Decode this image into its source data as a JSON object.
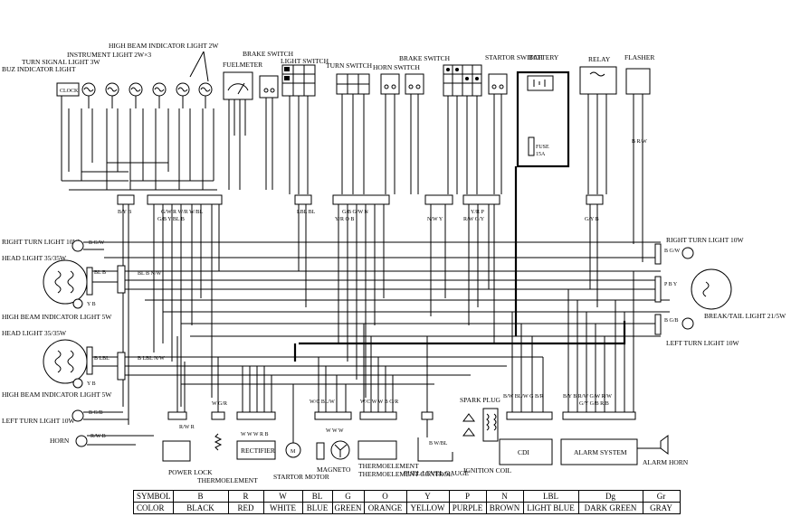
{
  "components": {
    "buz_indicator": "BUZ INDICATOR LIGHT",
    "turn_signal": "TURN SIGNAL LIGHT 3W",
    "instrument_light": "INSTRUMENT LIGHT 2W×3",
    "high_beam_indicator_top": "HIGH BEAM INDICATOR LIGHT 2W",
    "clock": "CLOCK",
    "fuelmeter": "FUELMETER",
    "brake_switch_1": "BRAKE SWITCH",
    "light_switch": "LIGHT SWITCH",
    "turn_switch": "TURN SWITCH",
    "horn_switch": "HORN SWITCH",
    "brake_switch_2": "BRAKE SWITCH",
    "starter_switch": "STARTOR SWITCH",
    "battery": "BATTERY",
    "relay": "RELAY",
    "flasher": "FLASHER",
    "fuse": "FUSE",
    "fuse_rating": "15A",
    "right_turn_light_l": "RIGHT TURN LIGHT 10W",
    "head_light_1": "HEAD LIGHT 35/35W",
    "high_beam_indicator_1": "HIGH BEAM INDICATOR LIGHT 5W",
    "head_light_2": "HEAD LIGHT 35/35W",
    "high_beam_indicator_2": "HIGH BEAM INDICATOR LIGHT 5W",
    "left_turn_light_l": "LEFT TURN LIGHT 10W",
    "horn": "HORN",
    "right_turn_light_r": "RIGHT TURN LIGHT 10W",
    "brake_tail_light": "BREAK/TAIL LIGHT 21/5W",
    "left_turn_light_r": "LEFT TURN LIGHT 10W",
    "power_lock": "POWER LOCK",
    "thermoelement_1": "THERMOELEMENT",
    "rectifier": "RECTIFIER",
    "starter_motor": "STARTOR MOTOR",
    "magneto": "MAGNETO",
    "thermoelement_control": "THERMOELEMENT CONTROL",
    "fuel_level_gauge": "FUEL LEVEL GAUGE",
    "spark_plug": "SPARK PLUG",
    "ignition_coil": "IGNITION COIL",
    "cdi": "CDI",
    "alarm_system": "ALARM SYSTEM",
    "alarm_horn": "ALARM HORN"
  },
  "wire_labels": {
    "conn1": "B/Y B",
    "conn2a": "G/W R W/R W/BL",
    "conn2b": "G/B Y BL B",
    "conn3": "LBL BL",
    "conn4a": "G/B G/W N",
    "conn4b": "Y/R O B",
    "conn5": "N/W Y",
    "conn6a": "Y/R P",
    "conn6b": "R/W G/Y",
    "conn7": "G/Y B",
    "flasher_out": "B R/W",
    "rtl_l": "B G/W",
    "hl1": "BL B",
    "hl1_right": "BL B N/W",
    "hbi1": "Y B",
    "hl2": "B LBL",
    "hl2_right": "B LBL N/W",
    "hbi2": "Y B",
    "ltl_l": "B G/B",
    "horn_w": "R/W B",
    "rtl_r": "B G/W",
    "btl": "P B Y",
    "ltl_r": "B G/B",
    "power_lock_w": "R/W R",
    "thermo_w": "W G/R",
    "rectifier_w": "W W W R B",
    "magneto_w": "W/C BL/W",
    "magneto_w2": "W W W",
    "tc_w": "W/C W W B G/R",
    "fuel_w": "B W/BL",
    "cdi_w": "B/W BL/W G B/R",
    "alarm_w": "B/Y B R/W G/W R/W",
    "alarm_w2": "G/Y G/B R/B"
  },
  "legend": {
    "symbol_header": "SYMBOL",
    "color_header": "COLOR",
    "symbols": [
      "B",
      "R",
      "W",
      "BL",
      "G",
      "O",
      "Y",
      "P",
      "N",
      "LBL",
      "Dg",
      "Gr"
    ],
    "colors": [
      "BLACK",
      "RED",
      "WHITE",
      "BLUE",
      "GREEN",
      "ORANGE",
      "YELLOW",
      "PURPLE",
      "BROWN",
      "LIGHT BLUE",
      "DARK GREEN",
      "GRAY"
    ]
  }
}
